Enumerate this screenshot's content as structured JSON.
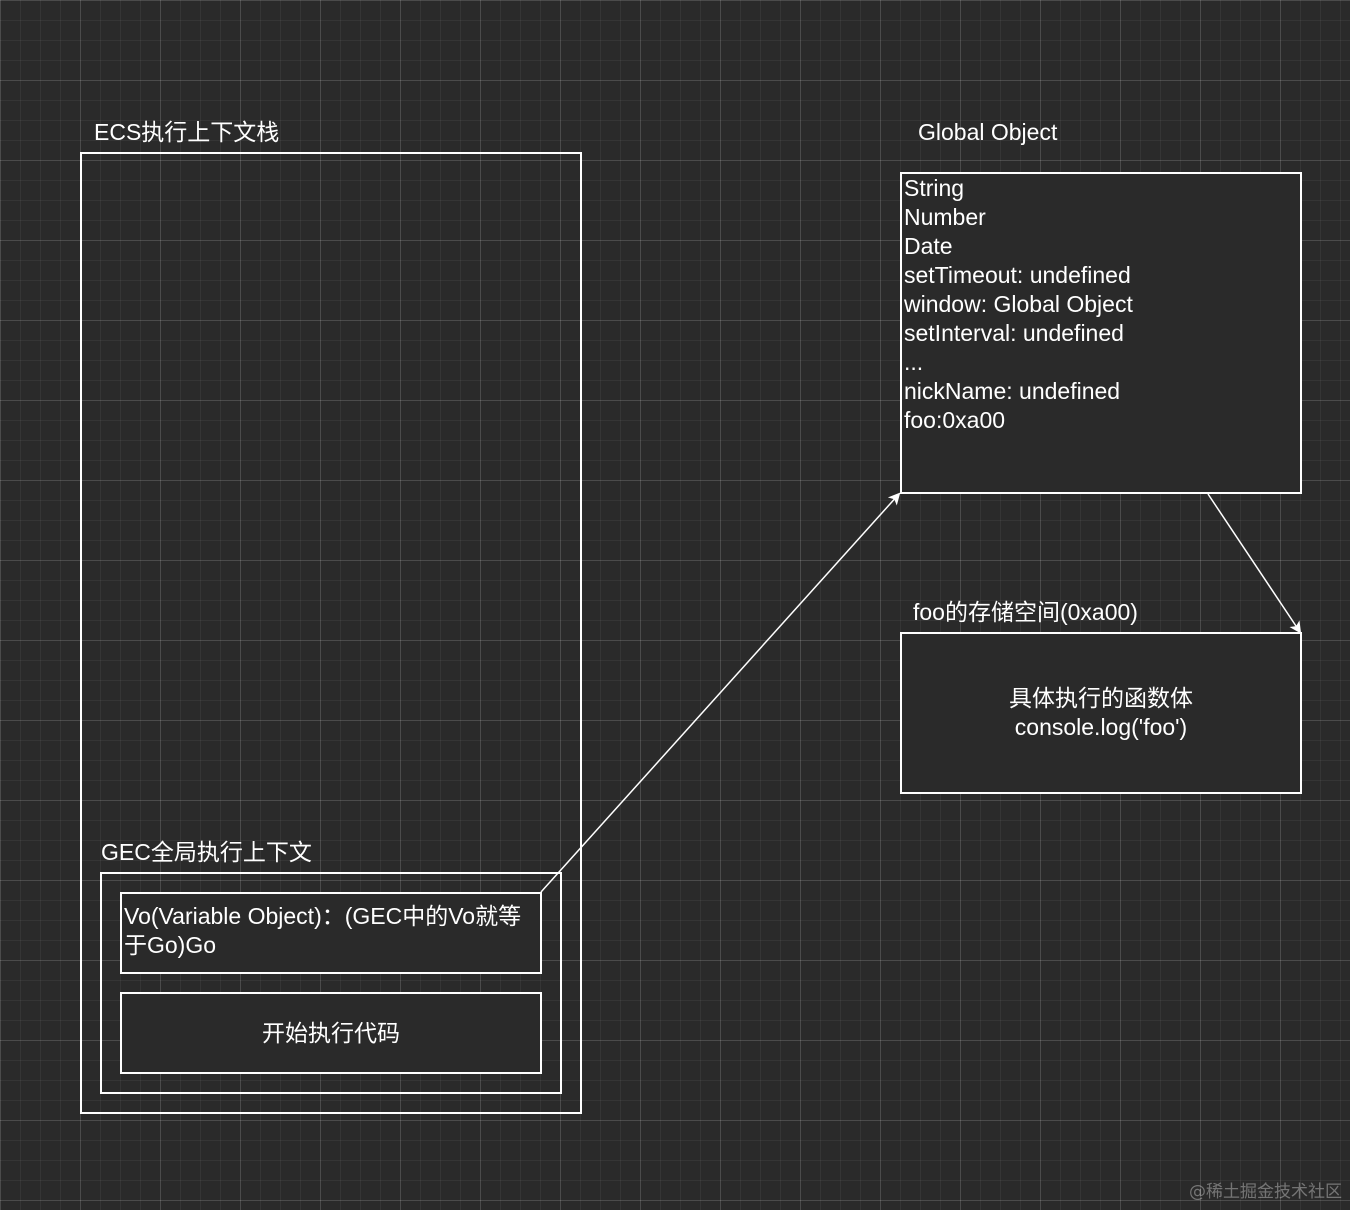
{
  "ecs": {
    "title": "ECS执行上下文栈"
  },
  "gec": {
    "title": "GEC全局执行上下文",
    "vo_text": "Vo(Variable Object)：(GEC中的Vo就等于Go)Go",
    "start_text": "开始执行代码"
  },
  "global_object": {
    "title": "Global Object",
    "lines": [
      "String",
      "Number",
      "Date",
      "setTimeout: undefined",
      "window: Global Object",
      "setInterval: undefined",
      "...",
      "nickName: undefined",
      "foo:0xa00"
    ]
  },
  "foo_storage": {
    "title": "foo的存储空间(0xa00)",
    "line1": "具体执行的函数体",
    "line2": "console.log('foo')"
  },
  "watermark": "@稀土掘金技术社区",
  "colors": {
    "background": "#2a2a2a",
    "stroke": "#ffffff",
    "text": "#ffffff"
  }
}
